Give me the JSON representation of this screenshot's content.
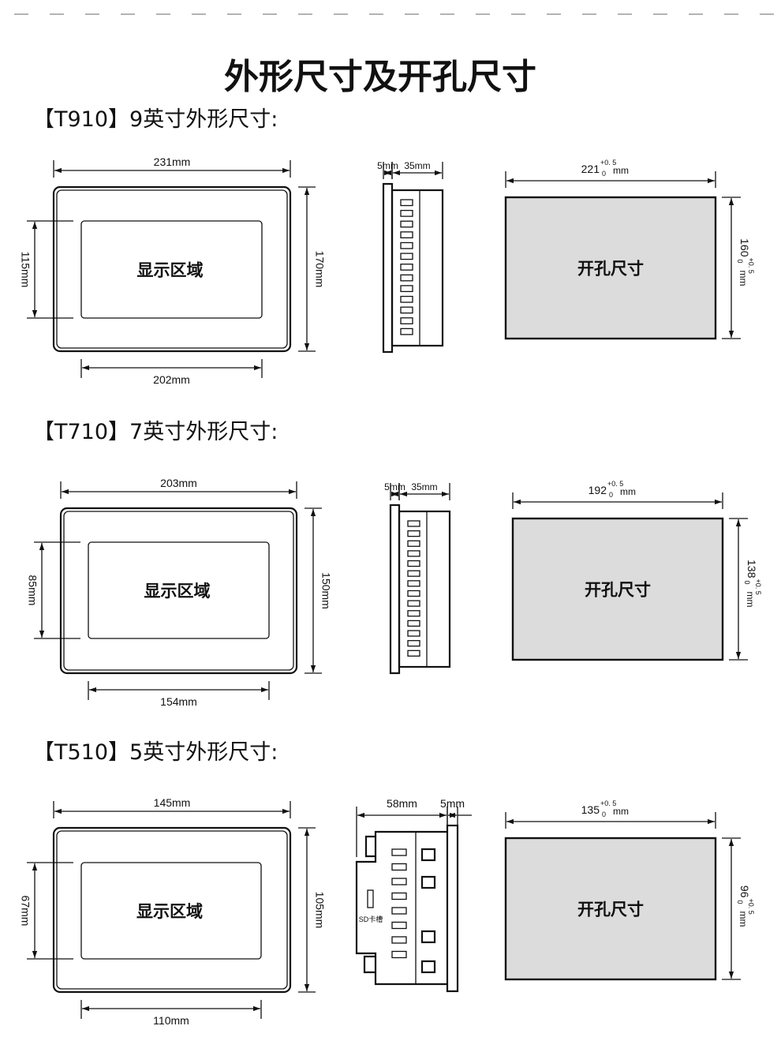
{
  "page": {
    "title": "外形尺寸及开孔尺寸"
  },
  "labels": {
    "display_area": "显示区域",
    "cutout": "开孔尺寸",
    "sd_slot": "SD卡槽",
    "tolerance_upper": "+0. 5",
    "tolerance_lower": "0",
    "unit": "mm"
  },
  "sections": [
    {
      "heading": "【T910】9英寸外形尺寸:",
      "front": {
        "width": "231mm",
        "height": "170mm",
        "display_width": "202mm",
        "display_height": "115mm"
      },
      "side": {
        "bezel": "5mm",
        "depth": "35mm"
      },
      "cutout": {
        "width": "221",
        "height": "160"
      }
    },
    {
      "heading": "【T710】7英寸外形尺寸:",
      "front": {
        "width": "203mm",
        "height": "150mm",
        "display_width": "154mm",
        "display_height": "85mm"
      },
      "side": {
        "bezel": "5mm",
        "depth": "35mm"
      },
      "cutout": {
        "width": "192",
        "height": "138"
      }
    },
    {
      "heading": "【T510】5英寸外形尺寸:",
      "front": {
        "width": "145mm",
        "height": "105mm",
        "display_width": "110mm",
        "display_height": "67mm"
      },
      "side": {
        "bezel": "5mm",
        "depth": "58mm"
      },
      "cutout": {
        "width": "135",
        "height": "96"
      }
    }
  ]
}
